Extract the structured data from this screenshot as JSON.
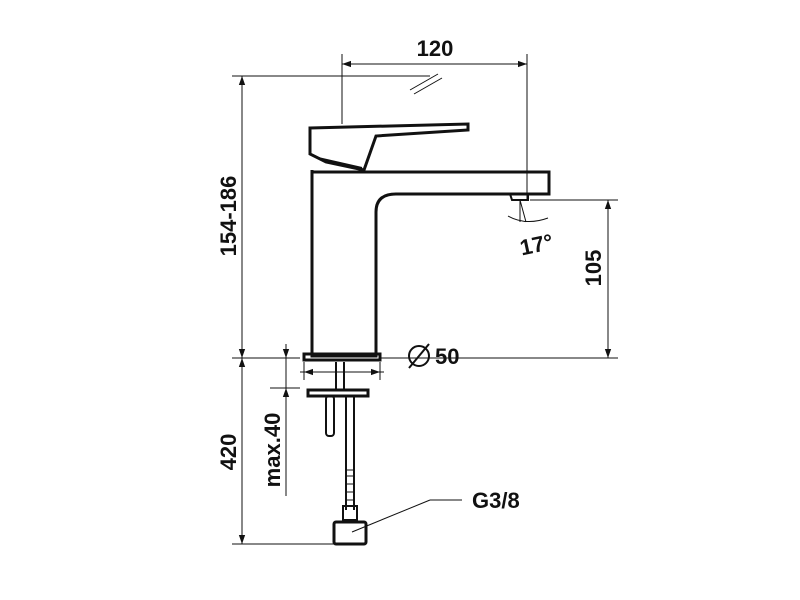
{
  "drawing": {
    "line_color": "#111111",
    "background": "#ffffff",
    "dimensions": {
      "spout_reach": "120",
      "total_height": "154-186",
      "spout_height": "105",
      "base_diameter": "50",
      "diameter_symbol": "⌀",
      "spout_angle": "17°",
      "hose_length": "420",
      "max_deck_thickness": "max.40",
      "connection_thread": "G3/8"
    }
  }
}
